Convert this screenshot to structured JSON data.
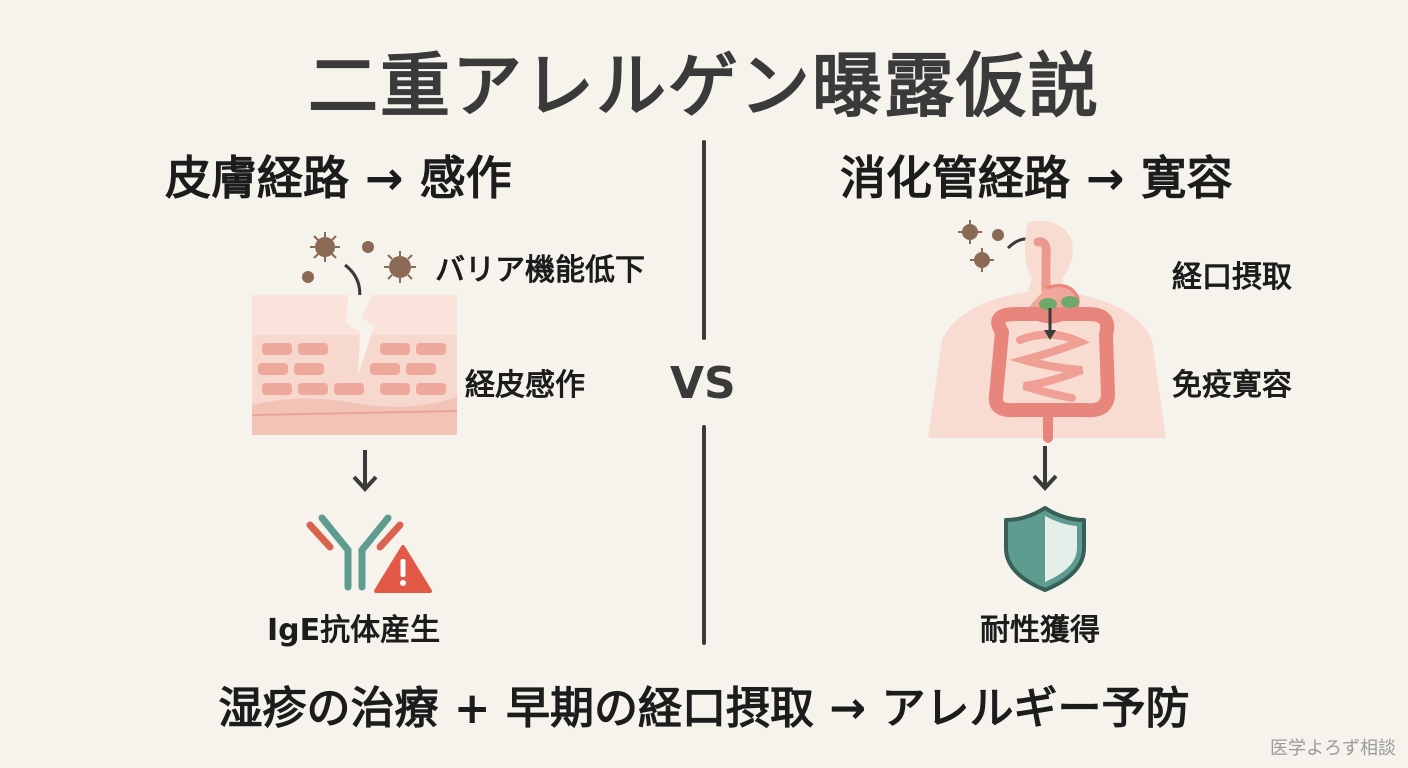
{
  "title": "二重アレルゲン曝露仮説",
  "left": {
    "heading": "皮膚経路 → 感作",
    "label_barrier": "バリア機能低下",
    "label_transdermal": "経皮感作",
    "label_result": "IgE抗体産生"
  },
  "center": {
    "vs": "VS"
  },
  "right": {
    "heading": "消化管経路 → 寛容",
    "label_oral": "経口摂取",
    "label_tolerance": "免疫寛容",
    "label_result": "耐性獲得"
  },
  "bottom_text": "湿疹の治療 + 早期の経口摂取 → アレルギー予防",
  "watermark": "医学よろず相談",
  "colors": {
    "background": "#f5f3ec",
    "allergen": "#8a6a55",
    "skin": "#f3c3b8",
    "antibody_teal": "#5e9c8f",
    "antibody_red": "#d9634d",
    "warning": "#e25a47",
    "shield": "#5e9c8f",
    "gut": "#e8857c"
  },
  "icons": {
    "allergen": "virus-particle-icon",
    "skin": "skin-layers-icon",
    "antibody": "antibody-icon",
    "warning": "warning-icon",
    "body": "torso-digestive-icon",
    "shield": "shield-icon"
  }
}
